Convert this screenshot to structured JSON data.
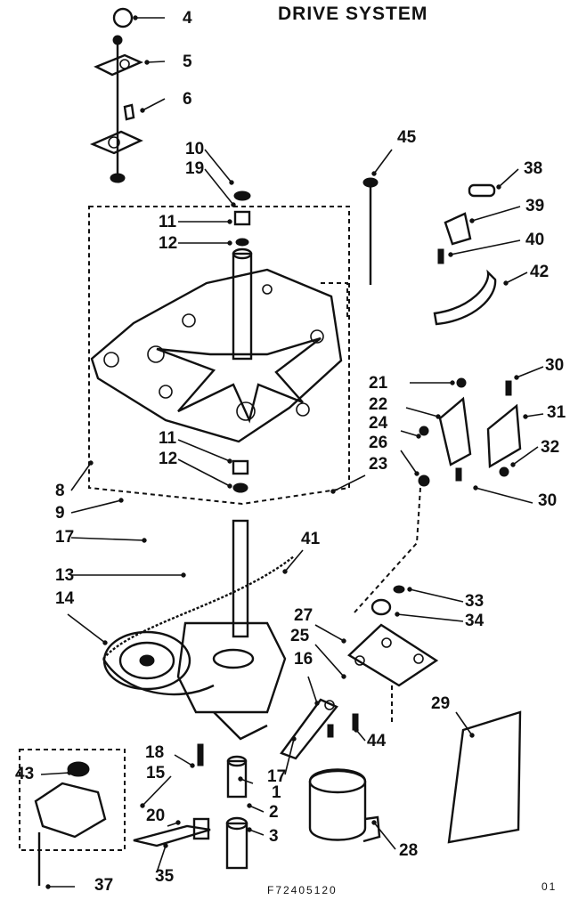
{
  "title": "DRIVE SYSTEM",
  "callouts": [
    {
      "label": "4"
    },
    {
      "label": "5"
    },
    {
      "label": "6"
    },
    {
      "label": "10"
    },
    {
      "label": "19"
    },
    {
      "label": "11"
    },
    {
      "label": "12"
    },
    {
      "label": "45"
    },
    {
      "label": "38"
    },
    {
      "label": "39"
    },
    {
      "label": "40"
    },
    {
      "label": "42"
    },
    {
      "label": "21"
    },
    {
      "label": "30"
    },
    {
      "label": "22"
    },
    {
      "label": "31"
    },
    {
      "label": "24"
    },
    {
      "label": "26"
    },
    {
      "label": "32"
    },
    {
      "label": "11"
    },
    {
      "label": "12"
    },
    {
      "label": "23"
    },
    {
      "label": "30"
    },
    {
      "label": "8"
    },
    {
      "label": "9"
    },
    {
      "label": "17"
    },
    {
      "label": "41"
    },
    {
      "label": "13"
    },
    {
      "label": "14"
    },
    {
      "label": "33"
    },
    {
      "label": "34"
    },
    {
      "label": "27"
    },
    {
      "label": "25"
    },
    {
      "label": "16"
    },
    {
      "label": "29"
    },
    {
      "label": "44"
    },
    {
      "label": "18"
    },
    {
      "label": "15"
    },
    {
      "label": "43"
    },
    {
      "label": "17"
    },
    {
      "label": "1"
    },
    {
      "label": "20"
    },
    {
      "label": "2"
    },
    {
      "label": "3"
    },
    {
      "label": "28"
    },
    {
      "label": "35"
    },
    {
      "label": "37"
    }
  ],
  "footer": {
    "code": "F72405120",
    "page": "01"
  }
}
